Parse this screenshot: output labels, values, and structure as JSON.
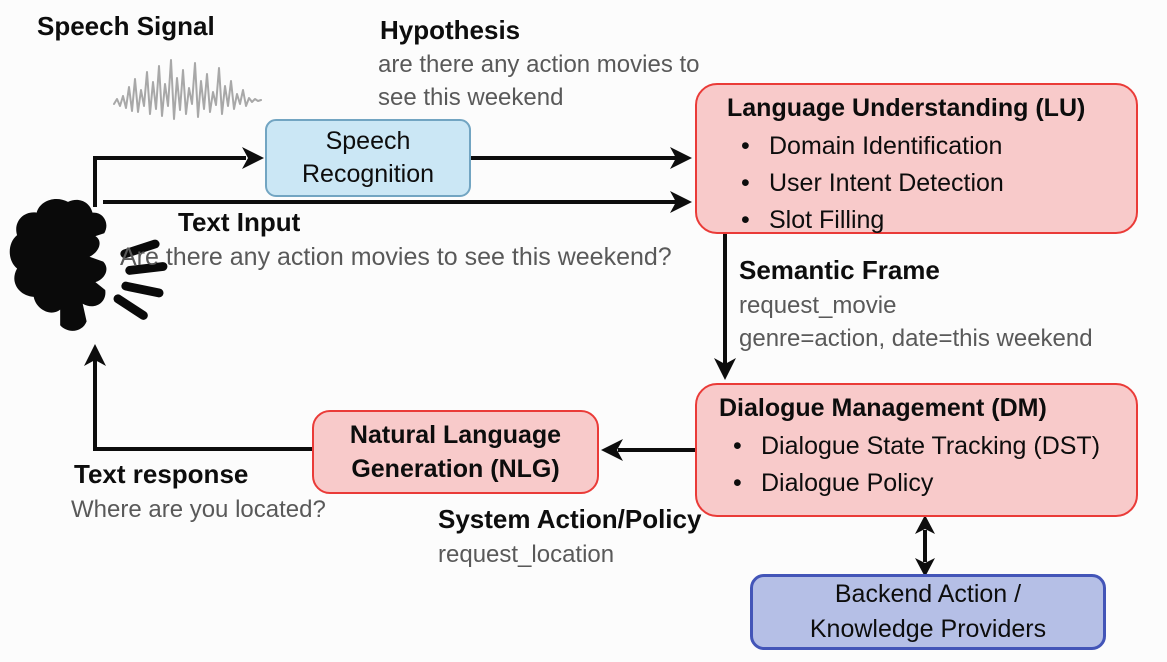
{
  "diagram": {
    "speech_signal_label": "Speech Signal",
    "hypothesis": {
      "title": "Hypothesis",
      "lines": [
        "are there any action movies to",
        "see this weekend"
      ]
    },
    "text_input": {
      "title": "Text Input",
      "text": "Are there any action movies to see this weekend?"
    },
    "semantic_frame": {
      "title": "Semantic Frame",
      "lines": [
        "request_movie",
        "genre=action, date=this weekend"
      ]
    },
    "text_response": {
      "title": "Text response",
      "text": "Where are you located?"
    },
    "system_action": {
      "title": "System Action/Policy",
      "text": "request_location"
    },
    "boxes": {
      "speech_recognition": {
        "lines": [
          "Speech",
          "Recognition"
        ]
      },
      "language_understanding": {
        "title": "Language Understanding (LU)",
        "items": [
          "Domain Identification",
          "User Intent Detection",
          "Slot Filling"
        ]
      },
      "dialogue_management": {
        "title": "Dialogue Management (DM)",
        "items": [
          "Dialogue State Tracking (DST)",
          "Dialogue Policy"
        ]
      },
      "nlg": {
        "lines": [
          "Natural Language",
          "Generation (NLG)"
        ]
      },
      "backend": {
        "lines": [
          "Backend Action /",
          "Knowledge Providers"
        ]
      }
    },
    "icons": {
      "speaker": "speaking-person-icon",
      "waveform": "audio-waveform-icon"
    },
    "colors": {
      "module_fill_pink": "#f8caca",
      "module_border_red": "#ea3b38",
      "asr_fill_blue": "#cbe7f5",
      "asr_border_blue": "#72a5c2",
      "backend_fill_purple": "#b5bfe6",
      "backend_border_purple": "#4355b8",
      "muted_text_gray": "#595959",
      "arrow_black": "#0d0d0d"
    }
  }
}
